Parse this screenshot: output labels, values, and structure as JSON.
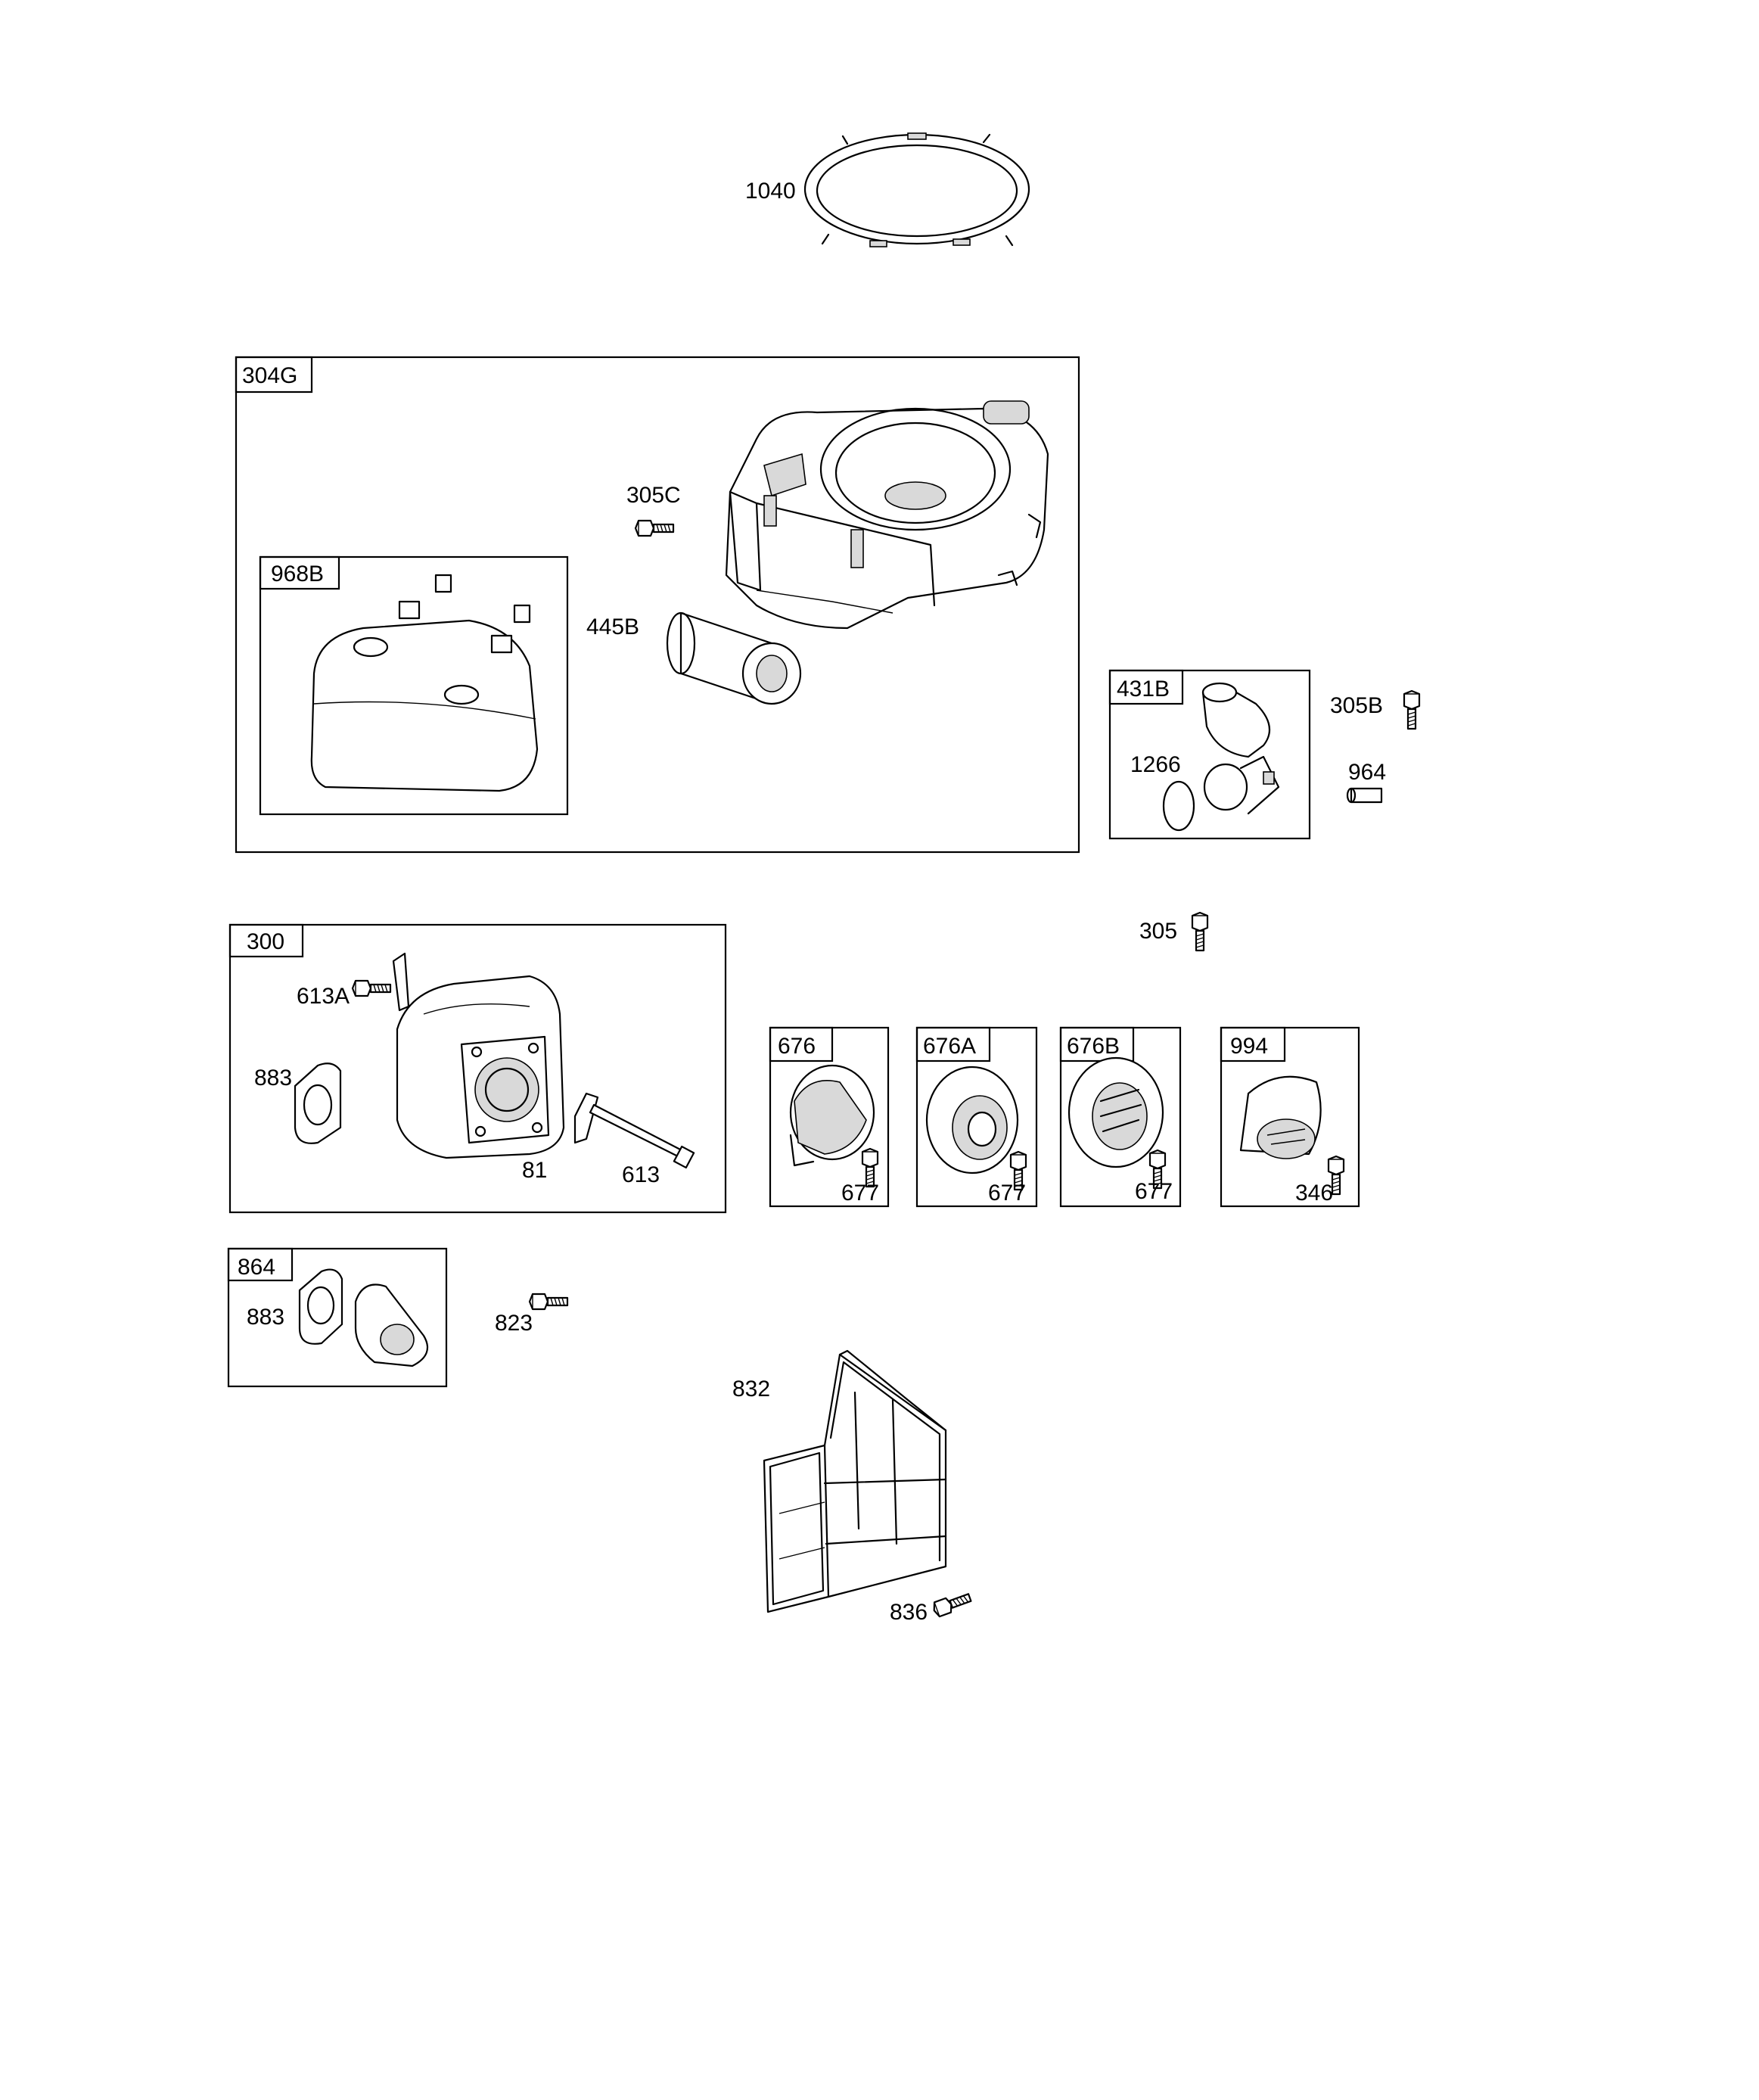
{
  "labels": {
    "p1040": "1040",
    "p304G": "304G",
    "p305C": "305C",
    "p968B": "968B",
    "p445B": "445B",
    "p431B": "431B",
    "p305B": "305B",
    "p1266": "1266",
    "p964": "964",
    "p305": "305",
    "p300": "300",
    "p613A": "613A",
    "p883a": "883",
    "p81": "81",
    "p613": "613",
    "p676": "676",
    "p676A": "676A",
    "p676B": "676B",
    "p994": "994",
    "p677a": "677",
    "p677b": "677",
    "p677c": "677",
    "p346": "346",
    "p864": "864",
    "p883b": "883",
    "p823": "823",
    "p832": "832",
    "p836": "836"
  },
  "icons": [
    "ring-icon",
    "blower-housing-icon",
    "air-filter-cover-icon",
    "air-filter-icon",
    "elbow-icon",
    "muffler-icon",
    "gasket-icon",
    "deflector-icon",
    "spark-arrestor-icon",
    "muffler-guard-icon",
    "screw-icon"
  ]
}
